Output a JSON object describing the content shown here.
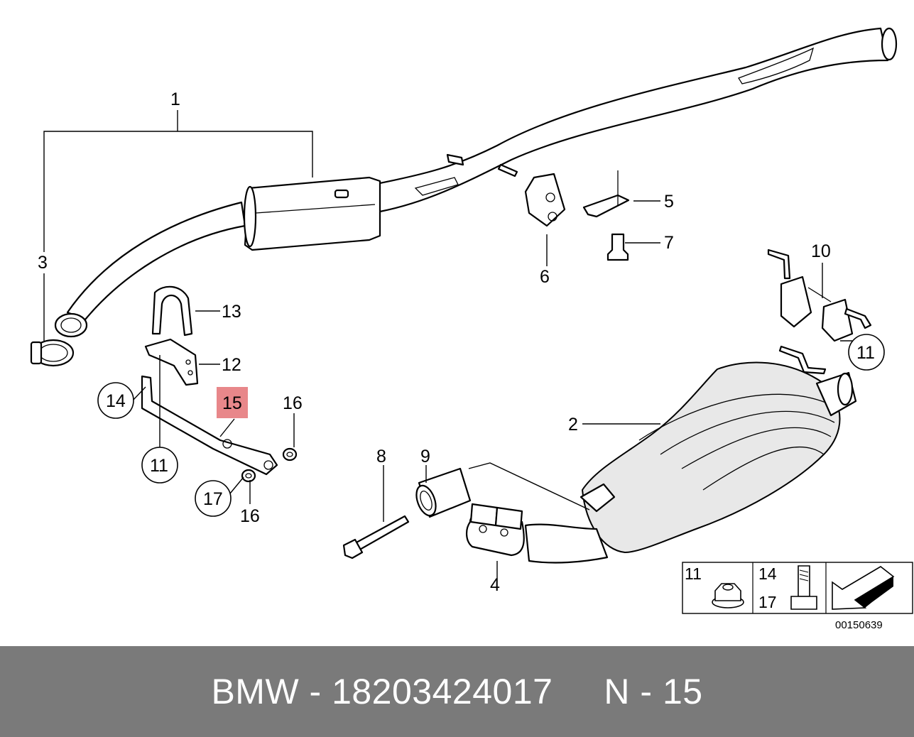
{
  "labels": {
    "l1": "1",
    "l2": "2",
    "l3": "3",
    "l4": "4",
    "l5": "5",
    "l6": "6",
    "l7": "7",
    "l8": "8",
    "l9": "9",
    "l10": "10",
    "l11a": "11",
    "l11b": "11",
    "l12": "12",
    "l13": "13",
    "l14": "14",
    "l15": "15",
    "l16a": "16",
    "l16b": "16",
    "l17": "17"
  },
  "highlight_color": "#e8878a",
  "legend": {
    "left_num": "11",
    "right_top_num": "14",
    "right_bottom_num": "17",
    "icons": [
      "flange-nut-icon",
      "bolt-icon",
      "arrow-icon"
    ]
  },
  "diagram_id": "00150639",
  "footer": {
    "text": "BMW - 18203424017     N - 15"
  }
}
